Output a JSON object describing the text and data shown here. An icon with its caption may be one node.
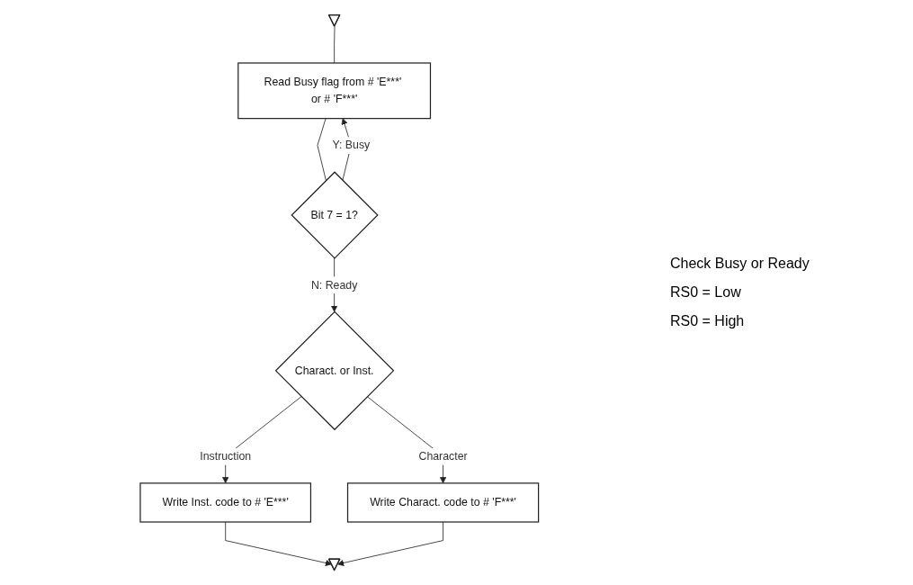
{
  "diagram": {
    "nodes": [
      {
        "text": [],
        "shape": "triangle"
      },
      {
        "text": [
          "Read Busy flag from # 'E***' or # 'F***'"
        ]
      },
      {
        "text": [
          "Bit 7 = 1?"
        ]
      },
      {
        "text": [
          "Charact. or Inst."
        ]
      },
      {
        "text": [
          "Write Inst. code to # 'E***'"
        ]
      },
      {
        "text": [
          "Write Charact. code to # 'F***'"
        ]
      },
      {
        "text": [],
        "shape": "triangle"
      }
    ],
    "edges": [
      {
        "from": 0,
        "to": 1,
        "arrow": "none"
      },
      {
        "from": 1,
        "to": 2,
        "arrow": "none"
      },
      {
        "from": 2,
        "to": 1,
        "arrow": "to",
        "label": "Y: Busy"
      },
      {
        "from": 2,
        "to": 3,
        "arrow": "to",
        "label": "N: Ready"
      },
      {
        "from": 3,
        "to": 4,
        "arrow": "to",
        "label": "Instruction"
      },
      {
        "from": 3,
        "to": 5,
        "arrow": "to",
        "label": "Character"
      },
      {
        "from": 4,
        "to": 6,
        "arrow": "to"
      },
      {
        "from": 5,
        "to": 6,
        "arrow": "to"
      }
    ],
    "labels": [
      "Check Busy or Ready",
      "RS0 = Low",
      "RS0 = High"
    ]
  }
}
